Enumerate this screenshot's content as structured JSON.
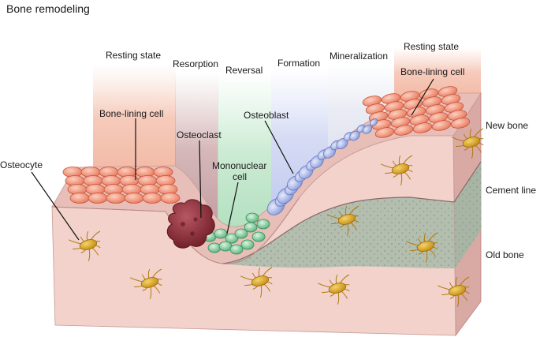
{
  "title": "Bone remodeling",
  "phases": {
    "resting_left": "Resting state",
    "resorption": "Resorption",
    "reversal": "Reversal",
    "formation": "Formation",
    "mineralization": "Mineralization",
    "resting_right": "Resting state"
  },
  "cells": {
    "osteocyte": "Osteocyte",
    "bone_lining_left": "Bone-lining cell",
    "osteoclast": "Osteoclast",
    "mononuclear_line1": "Mononuclear",
    "mononuclear_line2": "cell",
    "osteoblast": "Osteoblast",
    "bone_lining_right": "Bone-lining cell"
  },
  "layers": {
    "new_bone": "New bone",
    "cement_line": "Cement line",
    "old_bone": "Old bone"
  },
  "colors": {
    "bone_top": "#e8bfb8",
    "bone_front": "#f2d2cb",
    "bone_side": "#d9a9a4",
    "lining_cell": "#f08f74",
    "osteoclast": "#8c2a34",
    "mononuclear": "#7fcf9a",
    "osteoblast": "#9fb0e6",
    "osteocyte": "#d9a21b",
    "cement_region": "#9fb7a6"
  }
}
